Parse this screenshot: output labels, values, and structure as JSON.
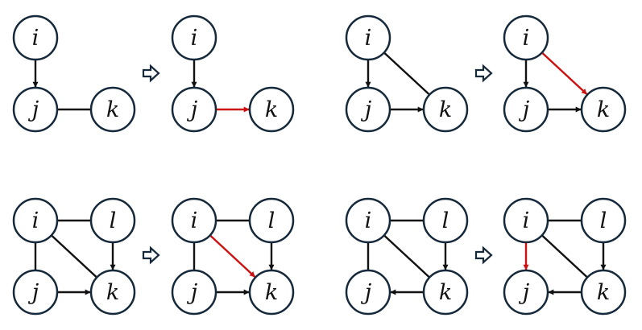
{
  "colors": {
    "node_stroke": "#16293a",
    "edge_default": "#111111",
    "edge_oriented": "#cc1111"
  },
  "arrow_icon": "hollow-right-arrow-icon",
  "panels": [
    {
      "id": "p1",
      "before": {
        "nodes": [
          "i",
          "j",
          "k"
        ],
        "edges": [
          {
            "from": "i",
            "to": "j",
            "type": "directed"
          },
          {
            "from": "j",
            "to": "k",
            "type": "undirected"
          }
        ]
      },
      "after": {
        "nodes": [
          "i",
          "j",
          "k"
        ],
        "edges": [
          {
            "from": "i",
            "to": "j",
            "type": "directed"
          },
          {
            "from": "j",
            "to": "k",
            "type": "directed",
            "highlight": true
          }
        ]
      }
    },
    {
      "id": "p2",
      "before": {
        "nodes": [
          "i",
          "j",
          "k"
        ],
        "edges": [
          {
            "from": "i",
            "to": "j",
            "type": "directed"
          },
          {
            "from": "j",
            "to": "k",
            "type": "directed"
          },
          {
            "from": "i",
            "to": "k",
            "type": "undirected"
          }
        ]
      },
      "after": {
        "nodes": [
          "i",
          "j",
          "k"
        ],
        "edges": [
          {
            "from": "i",
            "to": "j",
            "type": "directed"
          },
          {
            "from": "j",
            "to": "k",
            "type": "directed"
          },
          {
            "from": "i",
            "to": "k",
            "type": "directed",
            "highlight": true
          }
        ]
      }
    },
    {
      "id": "p3",
      "before": {
        "nodes": [
          "i",
          "l",
          "j",
          "k"
        ],
        "edges": [
          {
            "from": "i",
            "to": "l",
            "type": "undirected"
          },
          {
            "from": "i",
            "to": "j",
            "type": "undirected"
          },
          {
            "from": "i",
            "to": "k",
            "type": "undirected"
          },
          {
            "from": "l",
            "to": "k",
            "type": "directed"
          },
          {
            "from": "j",
            "to": "k",
            "type": "directed"
          }
        ]
      },
      "after": {
        "nodes": [
          "i",
          "l",
          "j",
          "k"
        ],
        "edges": [
          {
            "from": "i",
            "to": "l",
            "type": "undirected"
          },
          {
            "from": "i",
            "to": "j",
            "type": "undirected"
          },
          {
            "from": "i",
            "to": "k",
            "type": "directed",
            "highlight": true
          },
          {
            "from": "l",
            "to": "k",
            "type": "directed"
          },
          {
            "from": "j",
            "to": "k",
            "type": "directed"
          }
        ]
      }
    },
    {
      "id": "p4",
      "before": {
        "nodes": [
          "i",
          "l",
          "j",
          "k"
        ],
        "edges": [
          {
            "from": "i",
            "to": "l",
            "type": "undirected"
          },
          {
            "from": "i",
            "to": "j",
            "type": "undirected"
          },
          {
            "from": "i",
            "to": "k",
            "type": "undirected"
          },
          {
            "from": "l",
            "to": "k",
            "type": "directed"
          },
          {
            "from": "k",
            "to": "j",
            "type": "directed"
          }
        ]
      },
      "after": {
        "nodes": [
          "i",
          "l",
          "j",
          "k"
        ],
        "edges": [
          {
            "from": "i",
            "to": "l",
            "type": "undirected"
          },
          {
            "from": "i",
            "to": "j",
            "type": "directed",
            "highlight": true
          },
          {
            "from": "i",
            "to": "k",
            "type": "undirected"
          },
          {
            "from": "l",
            "to": "k",
            "type": "directed"
          },
          {
            "from": "k",
            "to": "j",
            "type": "directed"
          }
        ]
      }
    }
  ]
}
